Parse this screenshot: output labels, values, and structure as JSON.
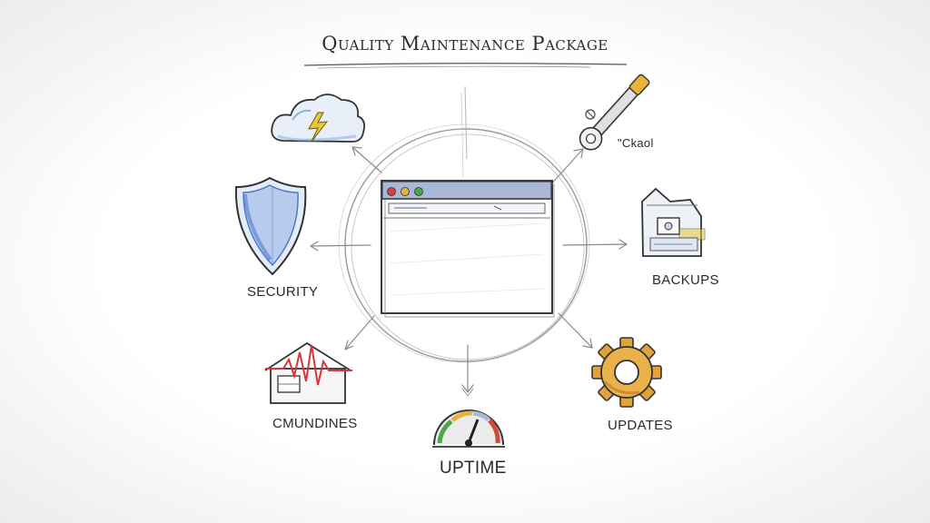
{
  "title": "Quality Maintenance Package",
  "center": {
    "label": ""
  },
  "nodes": {
    "cloud": {
      "label": ""
    },
    "tools": {
      "label": "\"Ckaol"
    },
    "security": {
      "label": "SECURITY"
    },
    "backups": {
      "label": "BACKUPS"
    },
    "monitoring": {
      "label": "CMUNDINES"
    },
    "uptime": {
      "label": "UPTIME"
    },
    "updates": {
      "label": "UPDATES"
    }
  },
  "colors": {
    "ink": "#333333",
    "shield_blue": "#4a74c9",
    "cloud_blue": "#8fb3dc",
    "bolt_yellow": "#e8c83a",
    "gear_orange": "#e0a23a",
    "pulse_red": "#d9353a",
    "window_bar": "#a9b8d6",
    "dot_red": "#d9423a",
    "dot_yellow": "#e6b43a",
    "dot_green": "#4aa64a",
    "gauge_green": "#49a84c",
    "gauge_red": "#d24a3a"
  },
  "icons": [
    "cloud-lightning-icon",
    "wrench-icon",
    "shield-icon",
    "document-box-icon",
    "house-pulse-icon",
    "speedometer-icon",
    "gear-icon",
    "browser-window-icon"
  ]
}
